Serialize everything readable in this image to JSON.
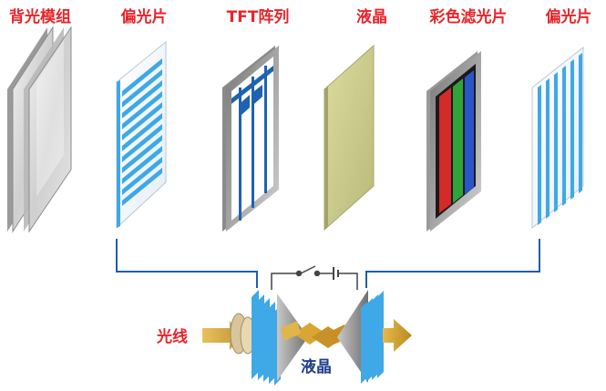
{
  "labels": {
    "backlight": "背光模组",
    "polarizer_left": "偏光片",
    "tft_array": "TFT阵列",
    "liquid_crystal": "液晶",
    "color_filter": "彩色滤光片",
    "polarizer_right": "偏光片",
    "light_annotation": "光线",
    "lc_annotation": "液晶"
  },
  "colors": {
    "label_red": "#e8242a",
    "connector_blue": "#1f5fa8",
    "polarizer_blue": "#3fa8e6",
    "lc_panel": "#c9c98a",
    "filter_red": "#d42a2a",
    "filter_green": "#2fa43a",
    "filter_blue": "#2a55c8",
    "light_beam": "#d9a535",
    "lc_annotation_color": "#1f3f8a"
  }
}
